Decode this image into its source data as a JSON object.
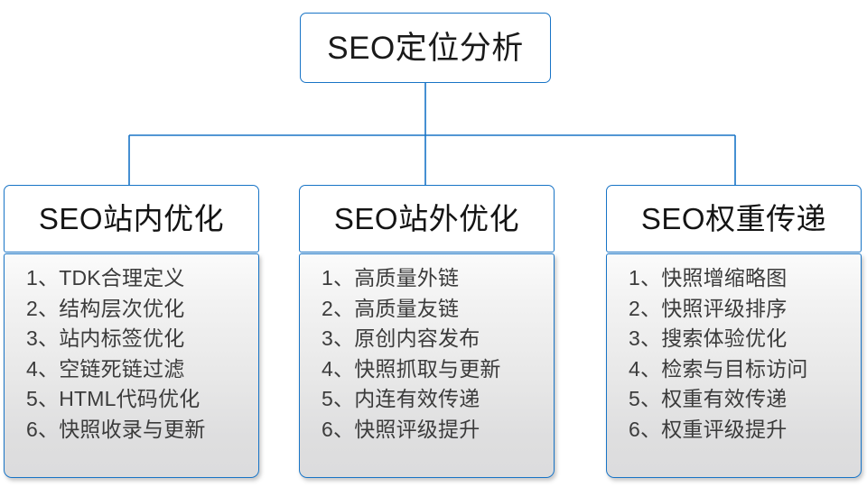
{
  "diagram": {
    "type": "organization-tree",
    "title": "SEO定位分析",
    "accent_color": "#1874c6",
    "text_color": "#1a1a1a",
    "item_text_color": "#3b3b3b",
    "panel_fill_top": "#fbfbfb",
    "panel_fill_bottom": "#dcdcdd",
    "header_fill": "#ffffff",
    "background": "#ffffff"
  },
  "root": {
    "label": "SEO定位分析"
  },
  "branches": [
    {
      "id": "on-site",
      "header": "SEO站内优化",
      "items": [
        "1、TDK合理定义",
        "2、结构层次优化",
        "3、站内标签优化",
        "4、空链死链过滤",
        "5、HTML代码优化",
        "6、快照收录与更新"
      ]
    },
    {
      "id": "off-site",
      "header": "SEO站外优化",
      "items": [
        "1、高质量外链",
        "2、高质量友链",
        "3、原创内容发布",
        "4、快照抓取与更新",
        "5、内连有效传递",
        "6、快照评级提升"
      ]
    },
    {
      "id": "weight-transfer",
      "header": "SEO权重传递",
      "items": [
        "1、快照增缩略图",
        "2、快照评级排序",
        "3、搜索体验优化",
        "4、检索与目标访问",
        "5、权重有效传递",
        "6、权重评级提升"
      ]
    }
  ]
}
